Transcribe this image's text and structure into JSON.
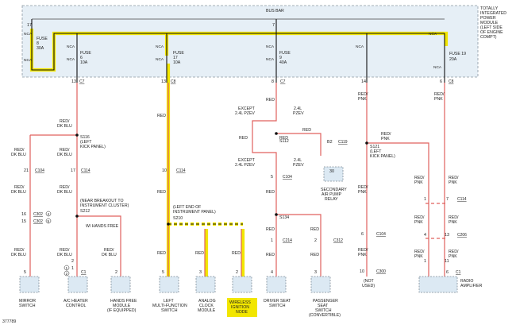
{
  "figure_id": "377789",
  "module": {
    "bus_label": "BUS BAR",
    "title_lines": [
      "TOTALLY",
      "INTEGRATED",
      "POWER",
      "MODULE",
      "(LEFT SIDE",
      "OF ENGINE",
      "COMPT)"
    ]
  },
  "fuses": [
    {
      "id": "f8",
      "pin_top": "17",
      "nca_top": "NCA",
      "nca_bottom": "NCA",
      "lines": [
        "FUSE",
        "8",
        "30A"
      ]
    },
    {
      "id": "f6",
      "nca_top": "NCA",
      "nca_bottom": "NCA",
      "lines": [
        "FUSE",
        "6",
        "10A"
      ]
    },
    {
      "id": "f17",
      "nca_top": "NCA",
      "nca_bottom": "NCA",
      "lines": [
        "FUSE",
        "17",
        "10A"
      ]
    },
    {
      "id": "f9",
      "pin_top": "7",
      "nca_top": "NCA",
      "nca_bottom": "NCA",
      "lines": [
        "FUSE",
        "9",
        "40A"
      ]
    },
    {
      "id": "f19",
      "nca_top": "NCA",
      "nca_bottom": "NCA",
      "lines": [
        "FUSE 19",
        "20A"
      ]
    }
  ],
  "nca_bus": "NCA",
  "module_pins": [
    {
      "pin": "13",
      "conn": "C7"
    },
    {
      "pin": "13",
      "conn": "C8"
    },
    {
      "pin": "8",
      "conn": "C7"
    },
    {
      "pin": "14",
      "conn": ""
    },
    {
      "pin": "6",
      "conn": "C8"
    }
  ],
  "wire_labels": {
    "red_dkblu": [
      "RED/",
      "DK BLU"
    ],
    "red": "RED",
    "red_pnk": [
      "RED/",
      "PNK"
    ]
  },
  "splices": {
    "s116": [
      "S116",
      "(LEFT",
      "KICK PANEL)"
    ],
    "s212": [
      "S212"
    ],
    "s212_note": [
      "(NEAR BREAKOUT TO",
      "INSTRUMENT CLUSTER)"
    ],
    "w_hands_free": "W/ HANDS FREE",
    "s210": [
      "S210"
    ],
    "s210_note": [
      "(LEFT END OF",
      "INSTRUMENT PANEL)"
    ],
    "s112": "S112",
    "s134": "S134",
    "s121": [
      "S121",
      "(LEFT",
      "KICK PANEL)"
    ]
  },
  "variants": {
    "except_a": [
      "EXCEPT",
      "2.4L PZEV"
    ],
    "pzev_a": [
      "2.4L",
      "PZEV"
    ],
    "except_b": [
      "EXCEPT",
      "2.4L PZEV"
    ],
    "pzev_b": [
      "2.4L",
      "PZEV"
    ]
  },
  "connectors": {
    "c104": "C104",
    "c114": "C114",
    "c302": "C302",
    "c1": "C1",
    "c214": "C214",
    "c312": "C312",
    "c119": "C119",
    "c206": "C206",
    "c300": "C300"
  },
  "pin_numbers": {
    "mirror": [
      "21",
      "16",
      "15",
      "5"
    ],
    "ac": [
      "17",
      "2",
      "1",
      "2"
    ],
    "hands": [
      "2"
    ],
    "lmf": [
      "10",
      "5"
    ],
    "clock": [
      "3"
    ],
    "wireless": [
      "2"
    ],
    "seat": [
      "5",
      "1",
      "4"
    ],
    "pass": [
      "2",
      "3"
    ],
    "relay": [
      "B2",
      "30"
    ],
    "notused": [
      "6",
      "10"
    ],
    "radio": [
      "1",
      "7",
      "4",
      "13",
      "1",
      "11",
      "6"
    ]
  },
  "circled": [
    "4",
    "5",
    "1",
    "2"
  ],
  "components": [
    {
      "id": "mirror",
      "lines": [
        "MIRROR",
        "SWITCH"
      ]
    },
    {
      "id": "ac",
      "lines": [
        "A/C HEATER",
        "CONTROL"
      ]
    },
    {
      "id": "hands",
      "lines": [
        "HANDS FREE",
        "MODULE",
        "(IF EQUIPPED)"
      ]
    },
    {
      "id": "lmf",
      "lines": [
        "LEFT",
        "MULTI-FUNCTION",
        "SWITCH"
      ]
    },
    {
      "id": "clock",
      "lines": [
        "ANALOG",
        "CLOCK",
        "MODULE"
      ]
    },
    {
      "id": "wireless",
      "lines": [
        "WIRELESS",
        "IGNITION",
        "NODE"
      ]
    },
    {
      "id": "seat",
      "lines": [
        "DRIVER SEAT",
        "SWITCH"
      ]
    },
    {
      "id": "pass",
      "lines": [
        "PASSENGER",
        "SEAT",
        "SWITCH",
        "(CONVERTIBLE)"
      ]
    },
    {
      "id": "relay",
      "lines": [
        "SECONDARY",
        "AIR PUMP",
        "RELAY"
      ]
    },
    {
      "id": "notused",
      "lines": [
        "(NOT",
        "USED)"
      ]
    },
    {
      "id": "radio",
      "lines": [
        "RADIO",
        "AMPLIFIER"
      ]
    }
  ],
  "colors": {
    "wire": "#e0605e",
    "highlight": "#f2e600",
    "component_fill": "#dce9f3",
    "module_fill": "#e6eff6"
  }
}
